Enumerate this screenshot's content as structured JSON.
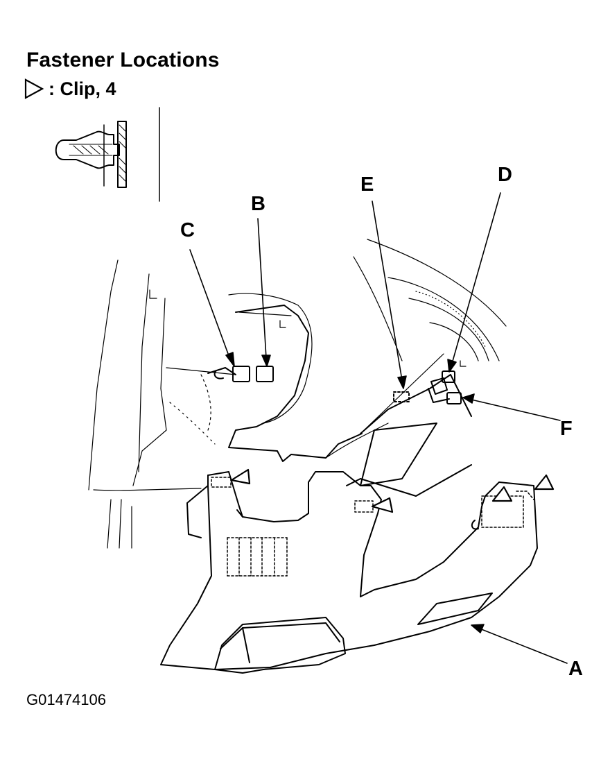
{
  "title": "Fastener Locations",
  "legend": {
    "symbol": "triangle-icon",
    "text": ": Clip, 4"
  },
  "figure_id": "G01474106",
  "callouts": {
    "a": "A",
    "b": "B",
    "c": "C",
    "d": "D",
    "e": "E",
    "f": "F"
  }
}
